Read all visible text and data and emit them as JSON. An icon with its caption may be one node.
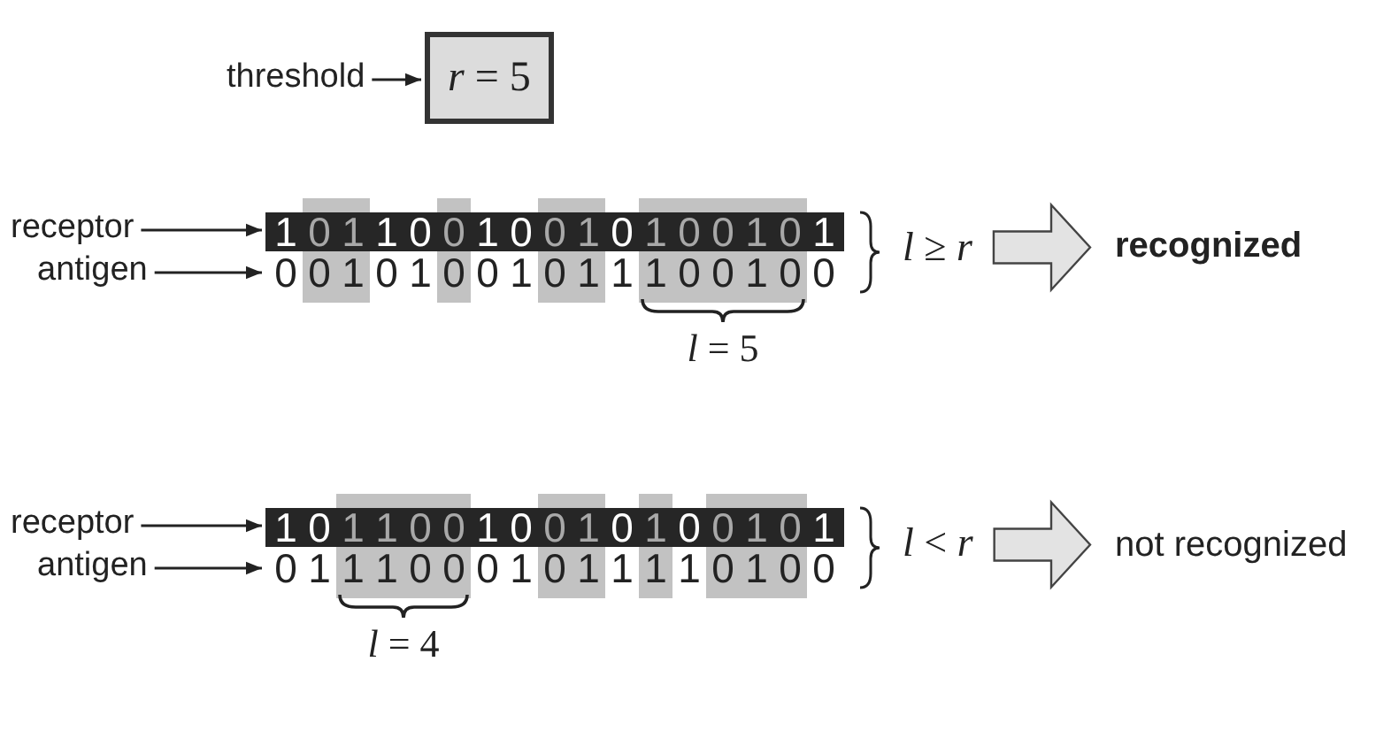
{
  "diagram": {
    "nodes": [
      {
        "text": [
          "threshold"
        ]
      },
      {
        "text": [
          "*r* = 5"
        ]
      },
      {
        "text": [
          "receptor"
        ]
      },
      {
        "text": [
          "10110010010100101"
        ]
      },
      {
        "text": [
          "antigen"
        ]
      },
      {
        "text": [
          "00101001011100100"
        ]
      },
      {
        "text": [
          "*l* ≥ *r*"
        ]
      },
      {
        "text": [
          "recognized"
        ]
      },
      {
        "text": [
          "receptor"
        ]
      },
      {
        "text": [
          "10110010010100101"
        ]
      },
      {
        "text": [
          "antigen"
        ]
      },
      {
        "text": [
          "01110001011110100"
        ]
      },
      {
        "text": [
          "*l* < *r*"
        ]
      },
      {
        "text": [
          "not recognized"
        ]
      }
    ],
    "edges": [
      {
        "from": 0,
        "to": 1,
        "arrow": "to"
      },
      {
        "from": 2,
        "to": 3,
        "arrow": "to"
      },
      {
        "from": 4,
        "to": 5,
        "arrow": "to"
      },
      {
        "from": 6,
        "to": 7,
        "arrow": "to",
        "style": "thick"
      },
      {
        "from": 8,
        "to": 9,
        "arrow": "to"
      },
      {
        "from": 10,
        "to": 11,
        "arrow": "to"
      },
      {
        "from": 12,
        "to": 13,
        "arrow": "to",
        "style": "thick"
      }
    ],
    "labels": [
      "*l* = 5",
      "*l* = 4"
    ]
  }
}
